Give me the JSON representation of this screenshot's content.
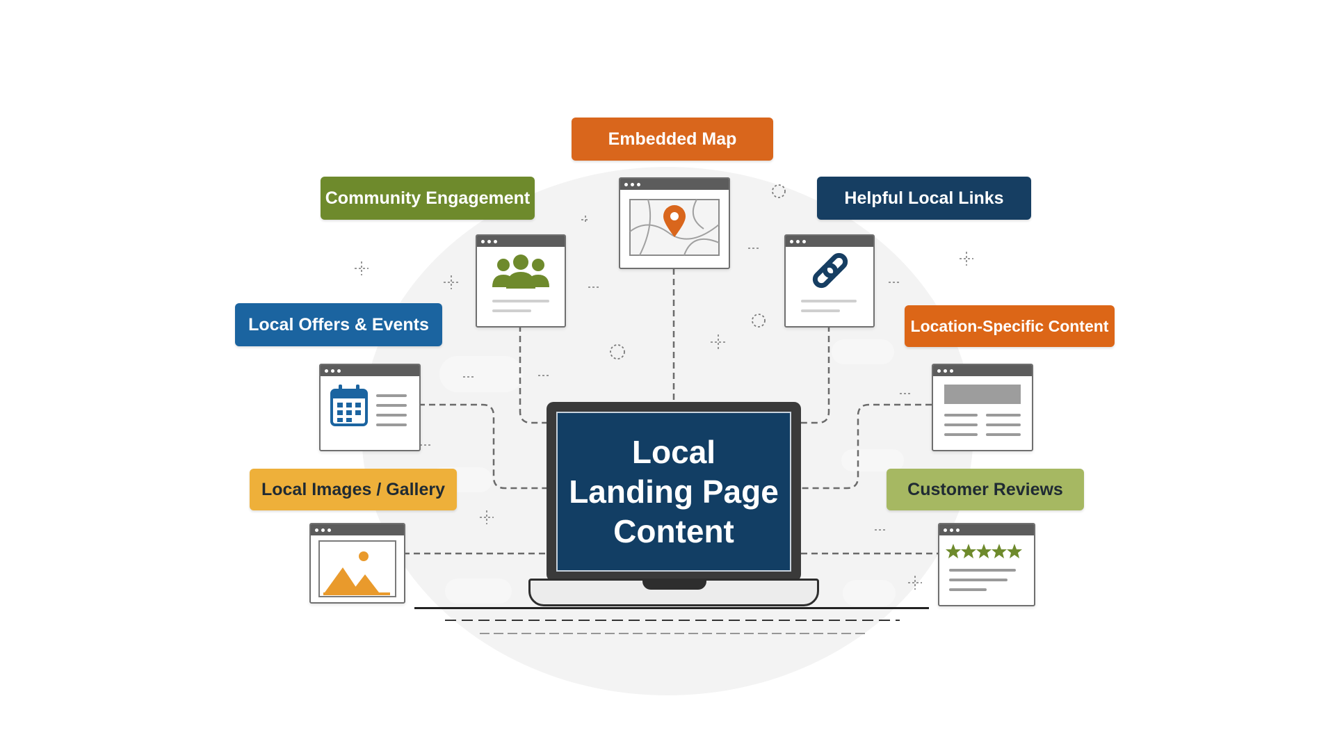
{
  "center": {
    "lines": [
      "Local",
      "Landing Page",
      "Content"
    ],
    "colors": {
      "screen": "#123e64",
      "frame": "#3a3a3a"
    }
  },
  "labels": {
    "embedded_map": {
      "text": "Embedded Map",
      "color": "#d9661c"
    },
    "community_engagement": {
      "text": "Community Engagement",
      "color": "#6e8a2c"
    },
    "helpful_local_links": {
      "text": "Helpful Local Links",
      "color": "#163e62"
    },
    "local_offers_events": {
      "text": "Local Offers & Events",
      "color": "#1b64a0"
    },
    "location_specific_content": {
      "text": "Location-Specific Content",
      "color": "#dc6617"
    },
    "local_images_gallery": {
      "text": "Local Images / Gallery",
      "color": "#eeb03a"
    },
    "customer_reviews": {
      "text": "Customer Reviews",
      "color": "#a6b862"
    }
  },
  "icons": {
    "embedded_map": "map-pin-icon",
    "community_engagement": "people-group-icon",
    "helpful_local_links": "chain-link-icon",
    "local_offers_events": "calendar-icon",
    "location_specific_content": "content-layout-icon",
    "local_images_gallery": "image-icon",
    "customer_reviews": "star-rating-icon"
  }
}
